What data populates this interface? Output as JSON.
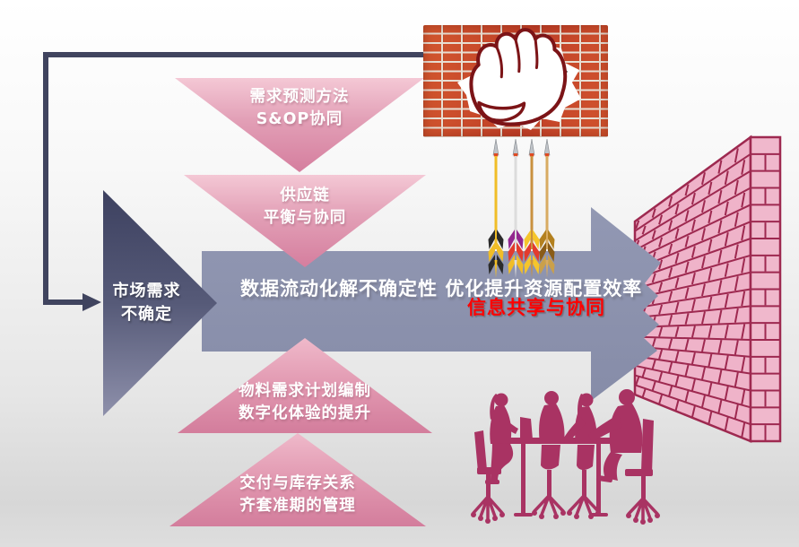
{
  "slide": {
    "market_triangle": {
      "line1": "市场需求",
      "line2": "不确定"
    },
    "funnel_steps": [
      {
        "direction": "down",
        "line1": "需求预测方法",
        "line2": "S&OP协同"
      },
      {
        "direction": "down",
        "line1": "供应链",
        "line2": "平衡与协同"
      },
      {
        "direction": "up",
        "line1": "物料需求计划编制",
        "line2": "数字化体验的提升"
      },
      {
        "direction": "up",
        "line1": "交付与库存关系",
        "line2": "齐套准期的管理"
      }
    ],
    "main_arrow": {
      "line1": "数据流动化解不确定性",
      "line2": "优化提升资源配置效率",
      "highlight": "信息共享与协同",
      "highlight_color": "#ff0000"
    },
    "icons": {
      "fist_image": "fist-breaking-through-brick-wall",
      "darts": "four-upward-arrows",
      "wall": "pink-brick-wall",
      "people": "meeting-team-silhouette",
      "connector": "feedback-loop-arrow"
    },
    "colors": {
      "triangle_pink": "#d57e9e",
      "triangle_dark": "#3d4160",
      "arrow_gray": "#8b91ad",
      "wall_fill": "#efb3c9",
      "wall_mortar": "#9e2950",
      "people_silhouette": "#a93363",
      "connector": "#40445f",
      "highlight_red": "#ff0000"
    }
  }
}
